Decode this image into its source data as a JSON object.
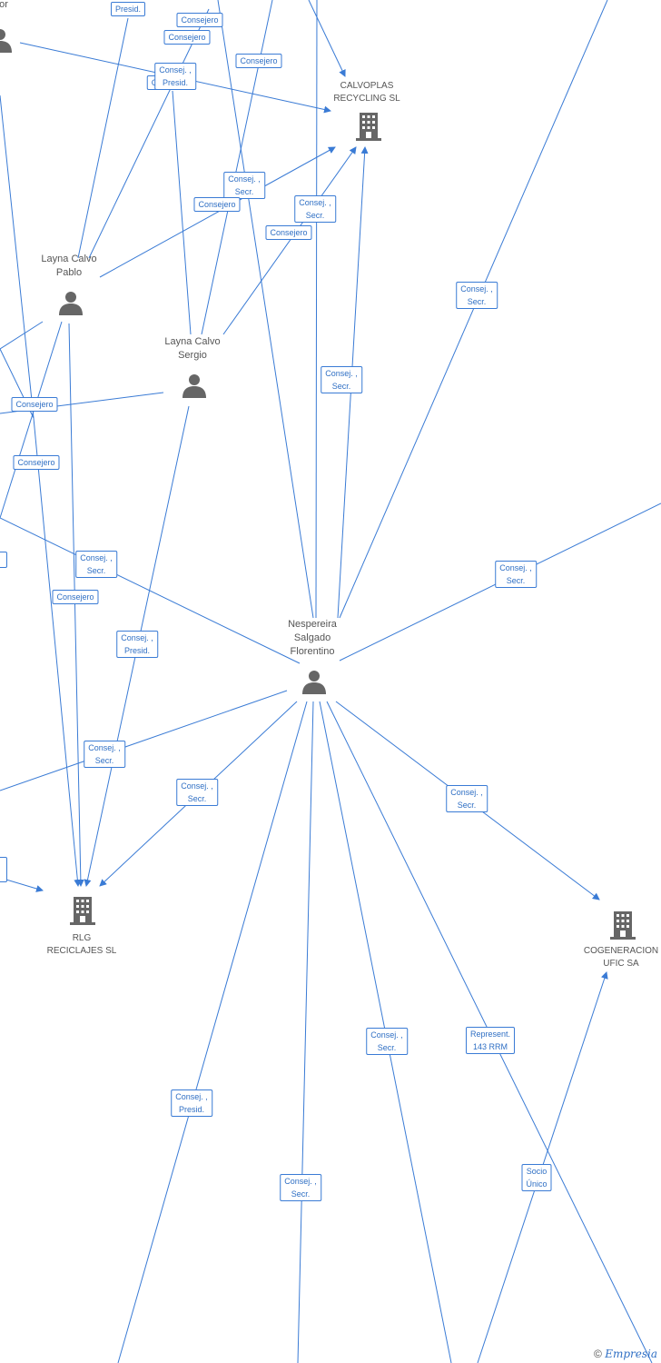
{
  "colors": {
    "edge": "#3a7bd5",
    "label_text": "#555555",
    "icon": "#666666",
    "badge_text": "#2f6fc4"
  },
  "nodes": [
    {
      "id": "cut-top-left",
      "type": "person",
      "label": "or"
    },
    {
      "id": "calvoplas",
      "type": "company",
      "label": "CALVOPLAS\nRECYCLING SL"
    },
    {
      "id": "layna-pablo",
      "type": "person",
      "label": "Layna Calvo\nPablo"
    },
    {
      "id": "layna-sergio",
      "type": "person",
      "label": "Layna Calvo\nSergio"
    },
    {
      "id": "nespereira",
      "type": "person",
      "label": "Nespereira\nSalgado\nFlorentino"
    },
    {
      "id": "rlg",
      "type": "company",
      "label": "RLG\nRECICLAJES SL"
    },
    {
      "id": "cogeneracion",
      "type": "company",
      "label": "COGENERACION\nUFIC SA"
    }
  ],
  "relations": [
    {
      "id": "r1",
      "label": "Presid."
    },
    {
      "id": "r2",
      "label": "Consejero"
    },
    {
      "id": "r3",
      "label": "Consejero"
    },
    {
      "id": "r4",
      "label": "Consejero"
    },
    {
      "id": "r5",
      "label": "C"
    },
    {
      "id": "r6",
      "label": "Consej. ,\nPresid."
    },
    {
      "id": "r7",
      "label": "Consej. ,\nSecr."
    },
    {
      "id": "r8",
      "label": "Consejero"
    },
    {
      "id": "r9",
      "label": "Consej. ,\nSecr."
    },
    {
      "id": "r10",
      "label": "Consejero"
    },
    {
      "id": "r11",
      "label": "Consej. ,\nSecr."
    },
    {
      "id": "r12",
      "label": "Consej. ,\nSecr."
    },
    {
      "id": "r13",
      "label": "Consejero"
    },
    {
      "id": "r14",
      "label": "Consejero"
    },
    {
      "id": "r15",
      "label": "Consej. ,\nSecr."
    },
    {
      "id": "r16",
      "label": "Consejero"
    },
    {
      "id": "r17",
      "label": "Consej. ,\nSecr."
    },
    {
      "id": "r18",
      "label": "Consej. ,\nPresid."
    },
    {
      "id": "r19",
      "label": "Consej. ,\nSecr."
    },
    {
      "id": "r20",
      "label": "Consej. ,\nSecr."
    },
    {
      "id": "r21",
      "label": "Consej. ,\nSecr."
    },
    {
      "id": "r22",
      "label": "Consej. ,\nSecr."
    },
    {
      "id": "r23",
      "label": "Represent.\n143 RRM"
    },
    {
      "id": "r24",
      "label": "Consej. ,\nPresid."
    },
    {
      "id": "r25",
      "label": "Consej. ,\nSecr."
    },
    {
      "id": "r26",
      "label": "Socio\nÚnico"
    }
  ],
  "brand": {
    "copyright": "©",
    "name": "Empresia"
  }
}
